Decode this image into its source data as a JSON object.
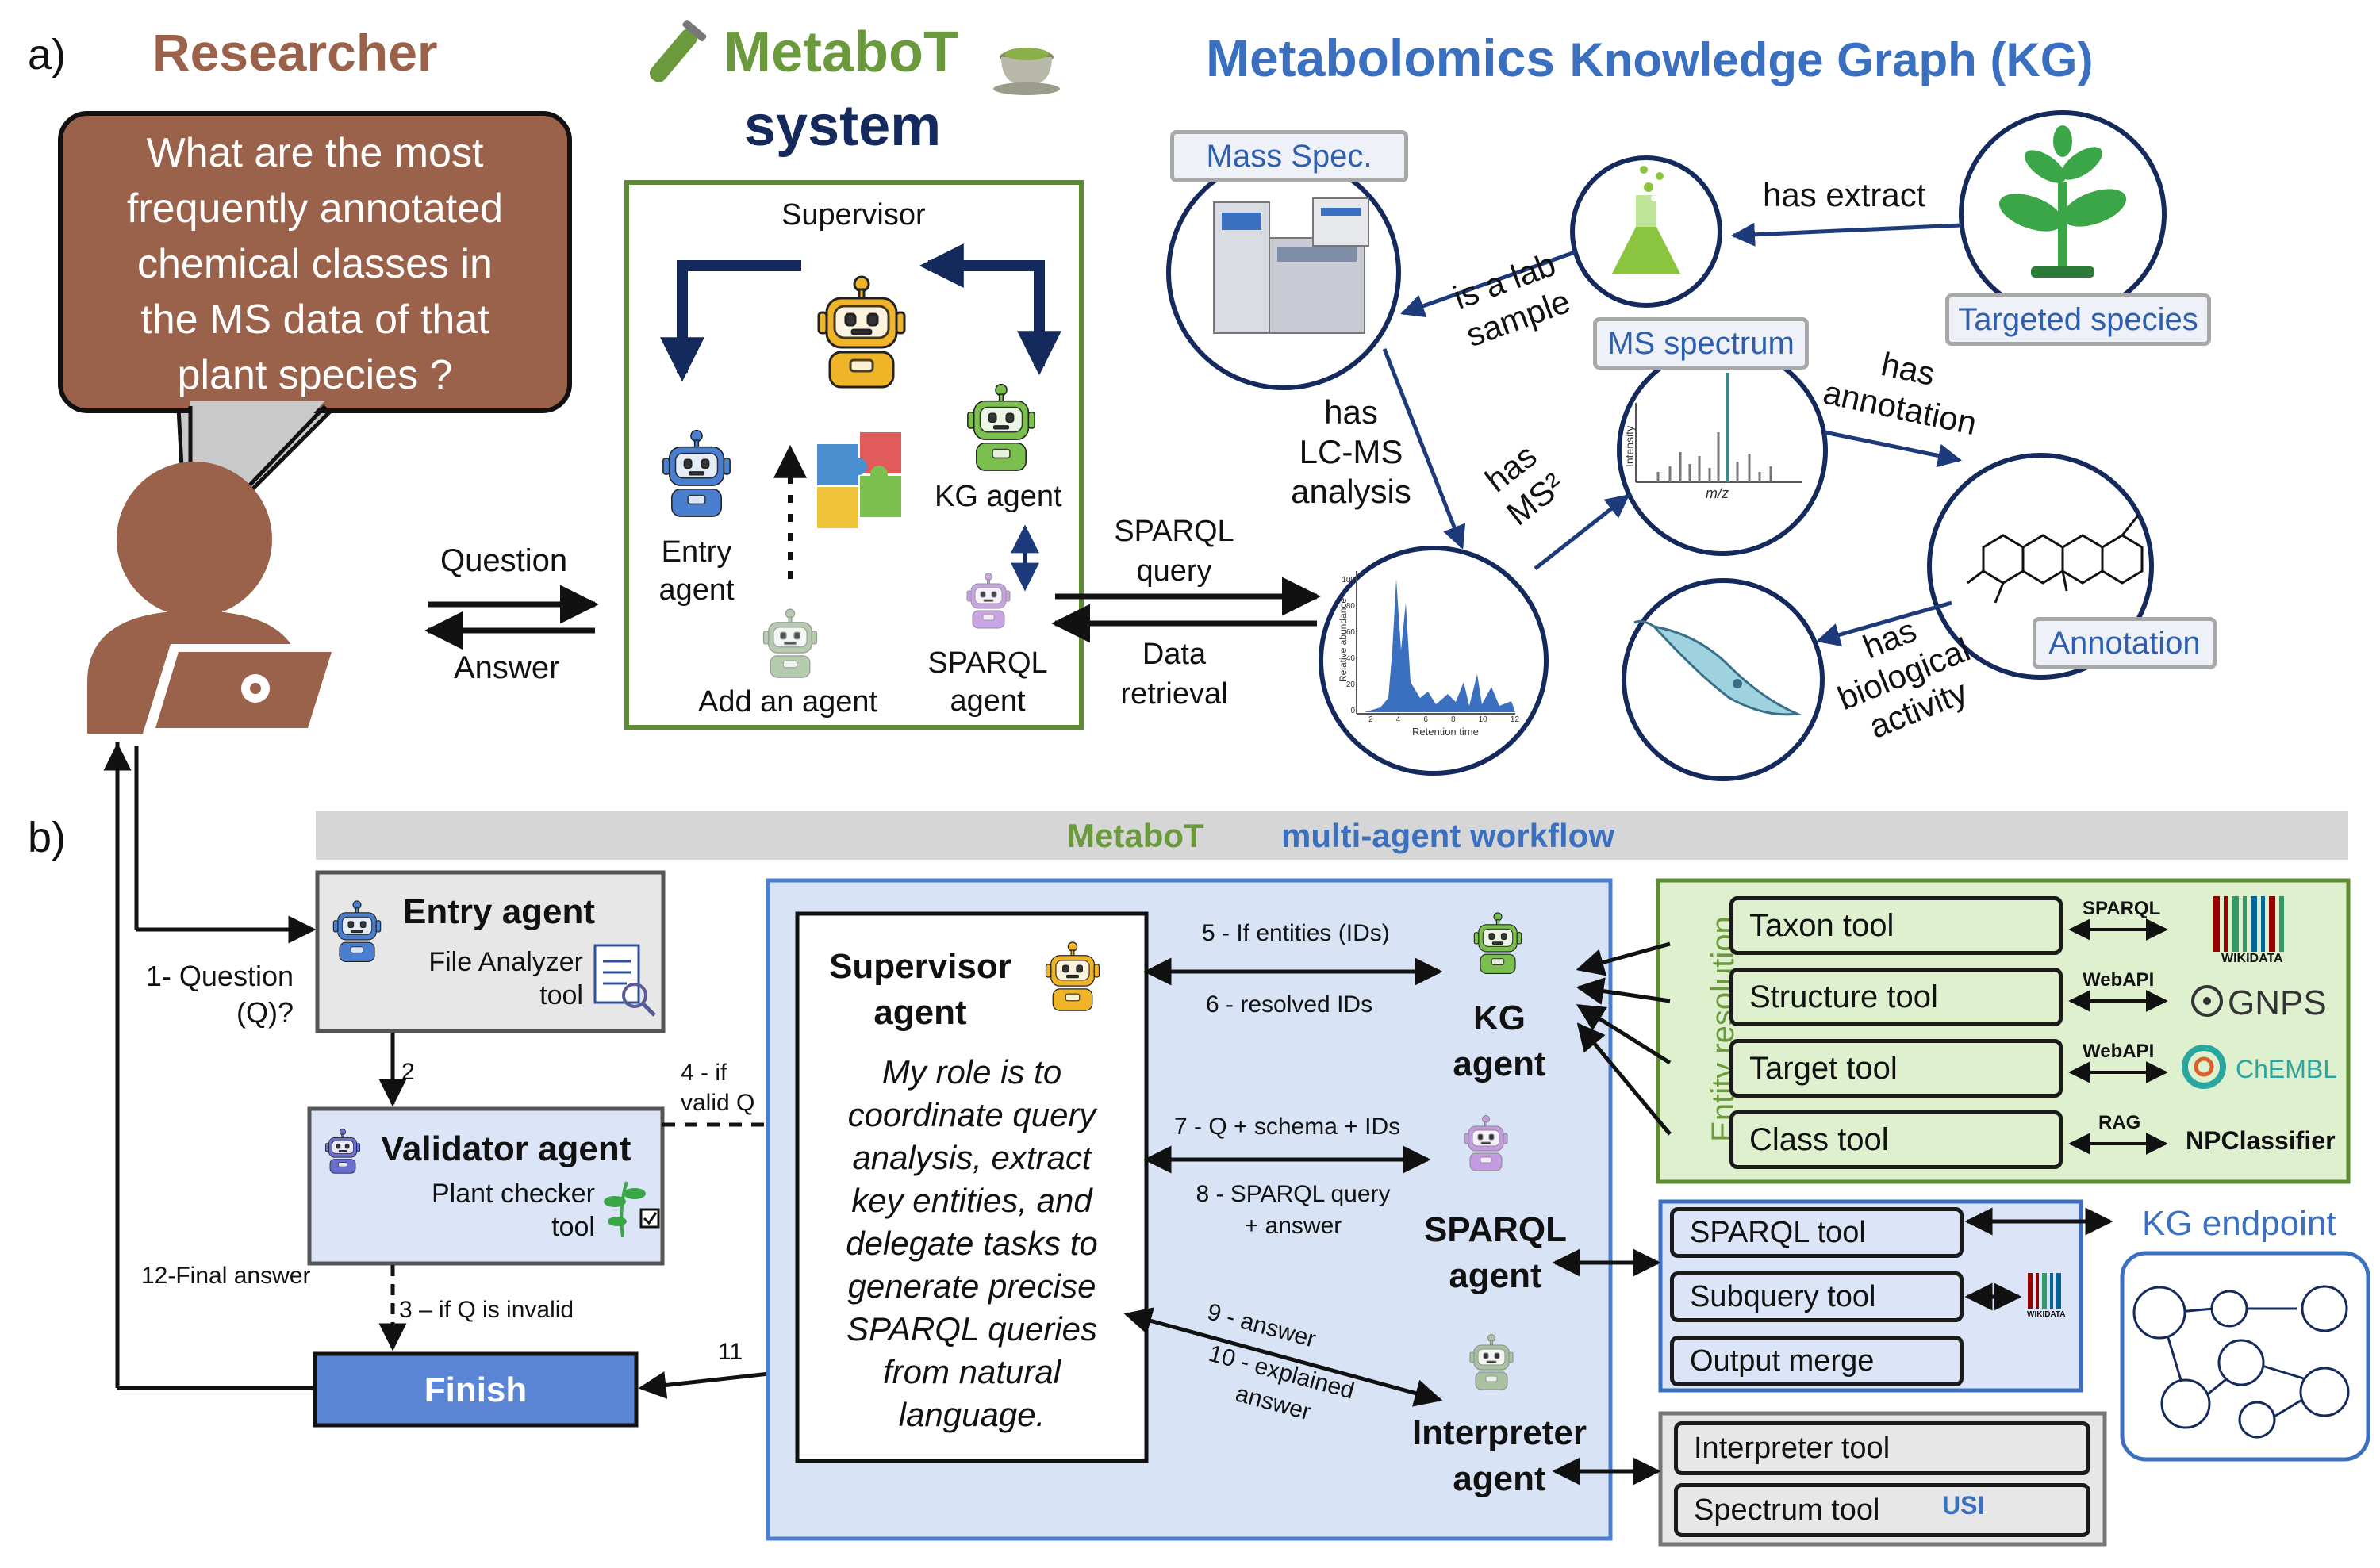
{
  "panel_a": {
    "label": "a)",
    "researcher_title": "Researcher",
    "question_bubble": [
      "What are the most",
      "frequently annotated",
      "chemical classes in",
      "the MS data of that",
      "plant species ?"
    ],
    "system_title_1": "MetaboT",
    "system_title_2": "system",
    "kg_title_bold": "Metabolomics",
    "kg_title_rest": "Knowledge Graph (KG)",
    "question_label": "Question",
    "answer_label": "Answer",
    "sparql_query_label": [
      "SPARQL",
      "query"
    ],
    "data_retrieval_label": [
      "Data",
      "retrieval"
    ],
    "agents": {
      "supervisor": "Supervisor",
      "entry": [
        "Entry",
        "agent"
      ],
      "kg": "KG agent",
      "add": "Add an agent",
      "sparql": [
        "SPARQL",
        "agent"
      ]
    },
    "kg_nodes": {
      "mass_spec": "Mass Spec.",
      "ms_spectrum": "MS spectrum",
      "targeted_species": "Targeted species",
      "annotation": "Annotation"
    },
    "kg_edges": {
      "has_extract": "has extract",
      "is_a_lab_sample": [
        "is a lab",
        "sample"
      ],
      "has_lcms": [
        "has",
        "LC-MS",
        "analysis"
      ],
      "has_ms2": [
        "has",
        "MS²"
      ],
      "has_annotation": [
        "has",
        "annotation"
      ],
      "has_bio_activity": [
        "has",
        "biological",
        "activity"
      ]
    },
    "spectrum_axes": {
      "intensity": "Intensity",
      "mz": "m/z",
      "relative_abundance": "Relative abundance",
      "retention_time": "Retention time",
      "ticks": [
        "100",
        "80",
        "60",
        "40",
        "20",
        "0"
      ],
      "xticks": [
        "2",
        "4",
        "6",
        "8",
        "10",
        "12"
      ]
    }
  },
  "panel_b": {
    "label": "b)",
    "banner_metabot": "MetaboT",
    "banner_rest": "multi-agent workflow",
    "entry_agent": {
      "title": "Entry agent",
      "tool": [
        "File Analyzer",
        "tool"
      ]
    },
    "validator_agent": {
      "title": "Validator agent",
      "tool": [
        "Plant checker",
        "tool"
      ]
    },
    "finish": "Finish",
    "step_labels": {
      "q1": [
        "1- Question",
        "(Q)?"
      ],
      "s2": "2",
      "s3": "3 – if Q is invalid",
      "s4": [
        "4 - if",
        "valid Q"
      ],
      "s5": "5 - If entities (IDs)",
      "s6": "6 - resolved IDs",
      "s7": "7 - Q + schema + IDs",
      "s8": [
        "8 - SPARQL query",
        "+ answer"
      ],
      "s9": "9 - answer",
      "s10": [
        "10 - explained",
        "answer"
      ],
      "s11": "11",
      "s12": "12-Final answer"
    },
    "supervisor": {
      "title": [
        "Supervisor",
        "agent"
      ],
      "role": [
        "My role is to",
        "coordinate query",
        "analysis, extract",
        "key entities, and",
        "delegate tasks to",
        "generate precise",
        "SPARQL queries",
        "from natural",
        "language."
      ]
    },
    "kg_agent": [
      "KG",
      "agent"
    ],
    "sparql_agent": [
      "SPARQL",
      "agent"
    ],
    "interpreter_agent": [
      "Interpreter",
      "agent"
    ],
    "entity_resolution": "Entity resolution",
    "entity_tools": [
      {
        "label": "Taxon tool",
        "protocol": "SPARQL",
        "source": "WIKIDATA"
      },
      {
        "label": "Structure tool",
        "protocol": "WebAPI",
        "source": "GNPS"
      },
      {
        "label": "Target tool",
        "protocol": "WebAPI",
        "source": "ChEMBL"
      },
      {
        "label": "Class tool",
        "protocol": "RAG",
        "source": "NPClassifier"
      }
    ],
    "sparql_tools": [
      "SPARQL tool",
      "Subquery tool",
      "Output merge"
    ],
    "interpreter_tools": [
      "Interpreter tool",
      "Spectrum  tool"
    ],
    "kg_endpoint": "KG endpoint",
    "wikidata_small": "WIKIDATA",
    "usi": "USI"
  },
  "colors": {
    "brown": "#9a624a",
    "green": "#6a9a3c",
    "navy": "#152a5c",
    "kg_blue": "#3b6fbf",
    "workflow_bg": "#d9e3f6",
    "entity_bg": "#dff0cf",
    "finish_blue": "#5b86d6"
  }
}
